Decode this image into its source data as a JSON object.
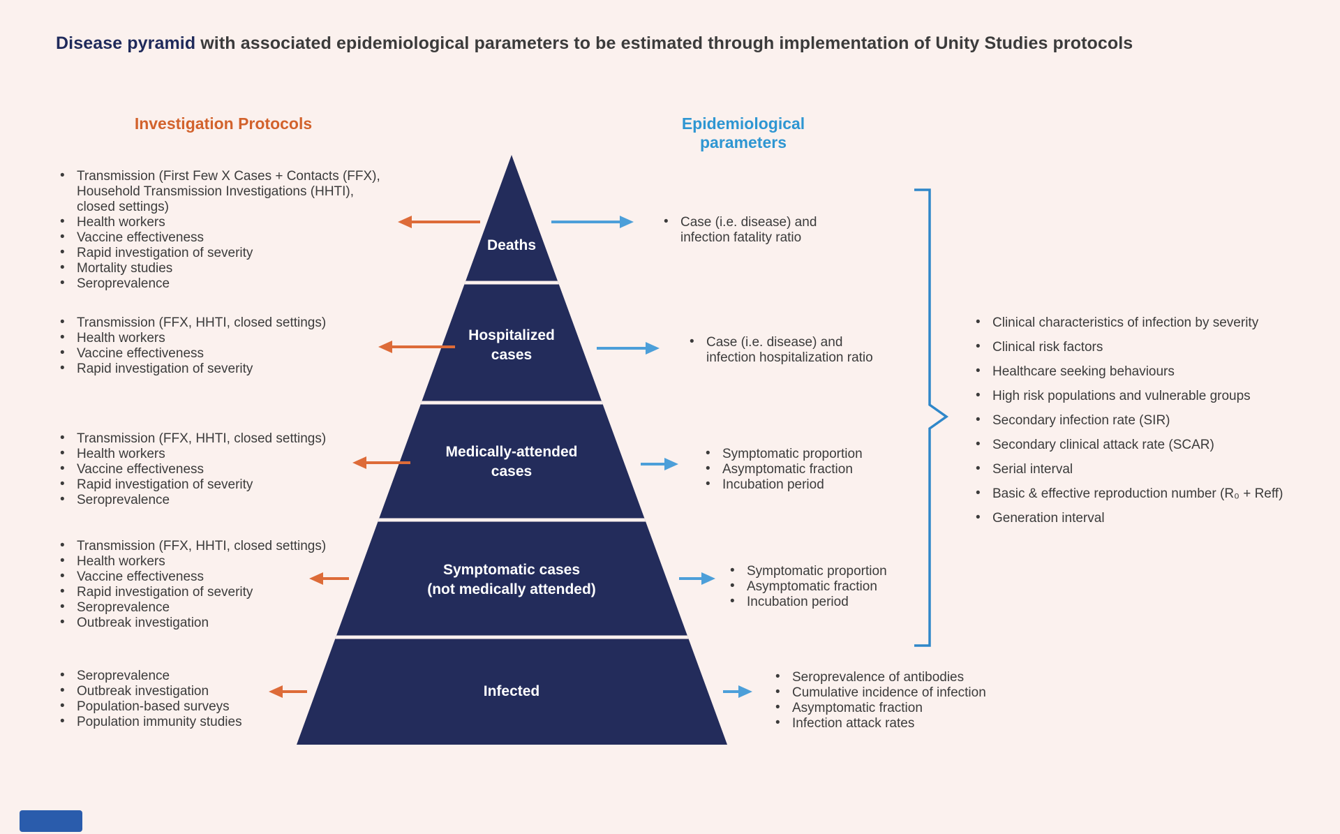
{
  "title": {
    "highlight": "Disease pyramid",
    "rest": " with associated epidemiological parameters to be estimated through implementation of Unity Studies protocols"
  },
  "column_headers": {
    "investigation_protocols": "Investigation Protocols",
    "epidemiological_parameters": "Epidemiological parameters"
  },
  "pyramid": {
    "levels": [
      {
        "label": [
          "Deaths"
        ]
      },
      {
        "label": [
          "Hospitalized",
          "cases"
        ]
      },
      {
        "label": [
          "Medically-attended",
          "cases"
        ]
      },
      {
        "label": [
          "Symptomatic cases",
          "(not medically attended)"
        ]
      },
      {
        "label": [
          "Infected"
        ]
      }
    ]
  },
  "investigation_protocols": {
    "deaths": [
      "Transmission (First Few X Cases + Contacts (FFX),\nHousehold Transmission Investigations (HHTI),\nclosed settings)",
      "Health workers",
      "Vaccine effectiveness",
      "Rapid investigation of severity",
      "Mortality studies",
      "Seroprevalence"
    ],
    "hospitalized": [
      "Transmission (FFX, HHTI, closed settings)",
      "Health workers",
      "Vaccine effectiveness",
      "Rapid investigation of severity"
    ],
    "medically_attended": [
      "Transmission (FFX, HHTI, closed settings)",
      "Health workers",
      "Vaccine effectiveness",
      "Rapid investigation of severity",
      "Seroprevalence"
    ],
    "symptomatic": [
      "Transmission (FFX, HHTI, closed settings)",
      "Health workers",
      "Vaccine effectiveness",
      "Rapid investigation of severity",
      "Seroprevalence",
      "Outbreak investigation"
    ],
    "infected": [
      "Seroprevalence",
      "Outbreak investigation",
      "Population-based surveys",
      "Population immunity studies"
    ]
  },
  "epidemiological_parameters": {
    "deaths": [
      "Case (i.e. disease) and\ninfection fatality ratio"
    ],
    "hospitalized": [
      "Case (i.e. disease) and\ninfection hospitalization ratio"
    ],
    "medically_attended": [
      "Symptomatic proportion",
      "Asymptomatic fraction",
      "Incubation period"
    ],
    "symptomatic": [
      "Symptomatic proportion",
      "Asymptomatic fraction",
      "Incubation period"
    ],
    "infected": [
      "Seroprevalence of antibodies",
      "Cumulative incidence of infection",
      "Asymptomatic fraction",
      "Infection attack rates"
    ]
  },
  "grouped_parameters": [
    "Clinical characteristics of infection by severity",
    "Clinical risk factors",
    "Healthcare seeking behaviours",
    "High risk populations and vulnerable groups",
    "Secondary infection rate (SIR)",
    "Secondary clinical attack rate (SCAR)",
    "Serial interval",
    "Basic & effective reproduction number (R₀ + Reff)",
    "Generation interval"
  ],
  "colors": {
    "background": "#FBF1EE",
    "pyramid_navy": "#232C5B",
    "title_navy": "#1F2A5B",
    "orange_accent": "#DD6B38",
    "orange_header": "#D2622C",
    "blue_accent": "#4C9FD9",
    "blue_header": "#2E96D2",
    "brace_blue": "#2F87C9",
    "body_text": "#3B3B3B",
    "footer_bar_blue": "#2A5CAC"
  }
}
